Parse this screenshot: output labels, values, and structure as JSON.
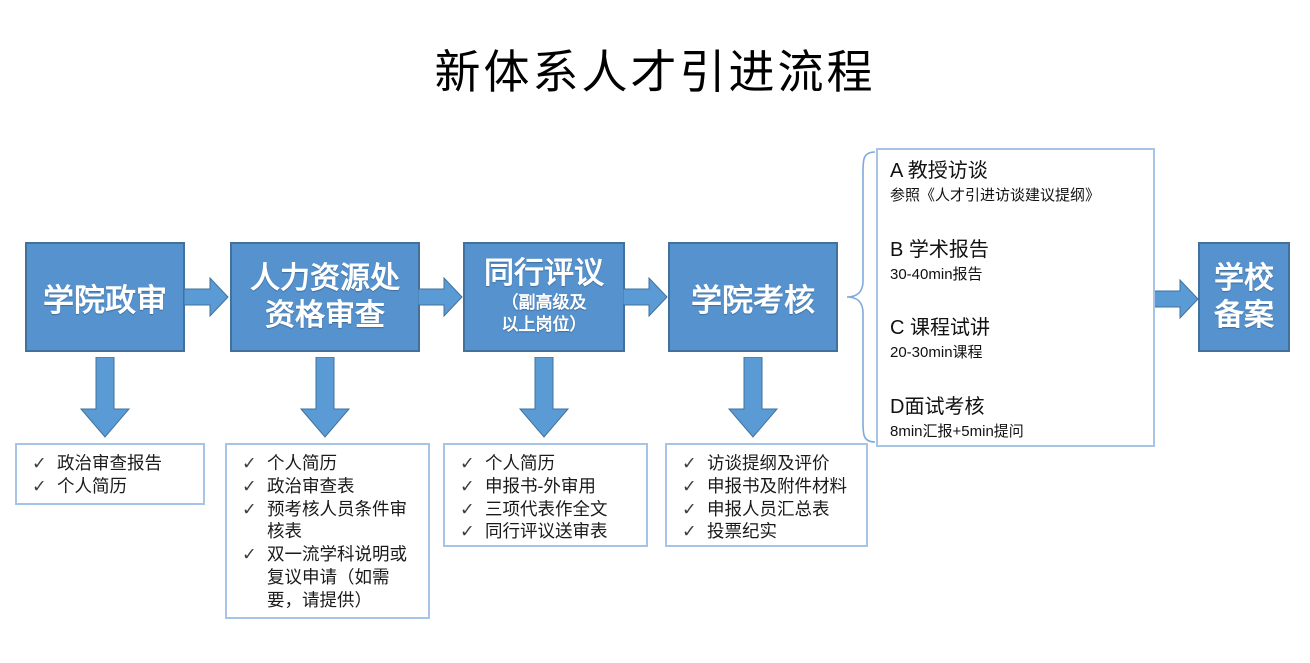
{
  "title": "新体系人才引进流程",
  "flow": {
    "steps": [
      {
        "label": "学院政审"
      },
      {
        "label": "人力资源处\n资格审查"
      },
      {
        "label": "同行评议",
        "sublabel": "（副高级及\n以上岗位）"
      },
      {
        "label": "学院考核"
      },
      {
        "label": "学校\n备案"
      }
    ]
  },
  "checklists": [
    {
      "items": [
        "政治审查报告",
        "个人简历"
      ]
    },
    {
      "items": [
        "个人简历",
        "政治审查表",
        "预考核人员条件审核表",
        "双一流学科说明或复议申请（如需要，请提供）"
      ]
    },
    {
      "items": [
        "个人简历",
        "申报书-外审用",
        "三项代表作全文",
        "同行评议送审表"
      ]
    },
    {
      "items": [
        "访谈提纲及评价",
        "申报书及附件材料",
        "申报人员汇总表",
        "投票纪实"
      ]
    }
  ],
  "assessment_detail": {
    "items": [
      {
        "heading": "A 教授访谈",
        "detail": "参照《人才引进访谈建议提纲》"
      },
      {
        "heading": "B 学术报告",
        "detail": "30-40min报告"
      },
      {
        "heading": "C 课程试讲",
        "detail": "20-30min课程"
      },
      {
        "heading": "D面试考核",
        "detail": "8min汇报+5min提问"
      }
    ]
  },
  "icons": {
    "check": "✓"
  },
  "colors": {
    "box_fill": "#5592CE",
    "box_border": "#41719C",
    "arrow_fill": "#5B9BD5",
    "arrow_border": "#41719C",
    "panel_border": "#A6C5E6",
    "brace_stroke": "#7FAADC",
    "title_color": "#000000",
    "box_text": "#FFFFFF"
  }
}
